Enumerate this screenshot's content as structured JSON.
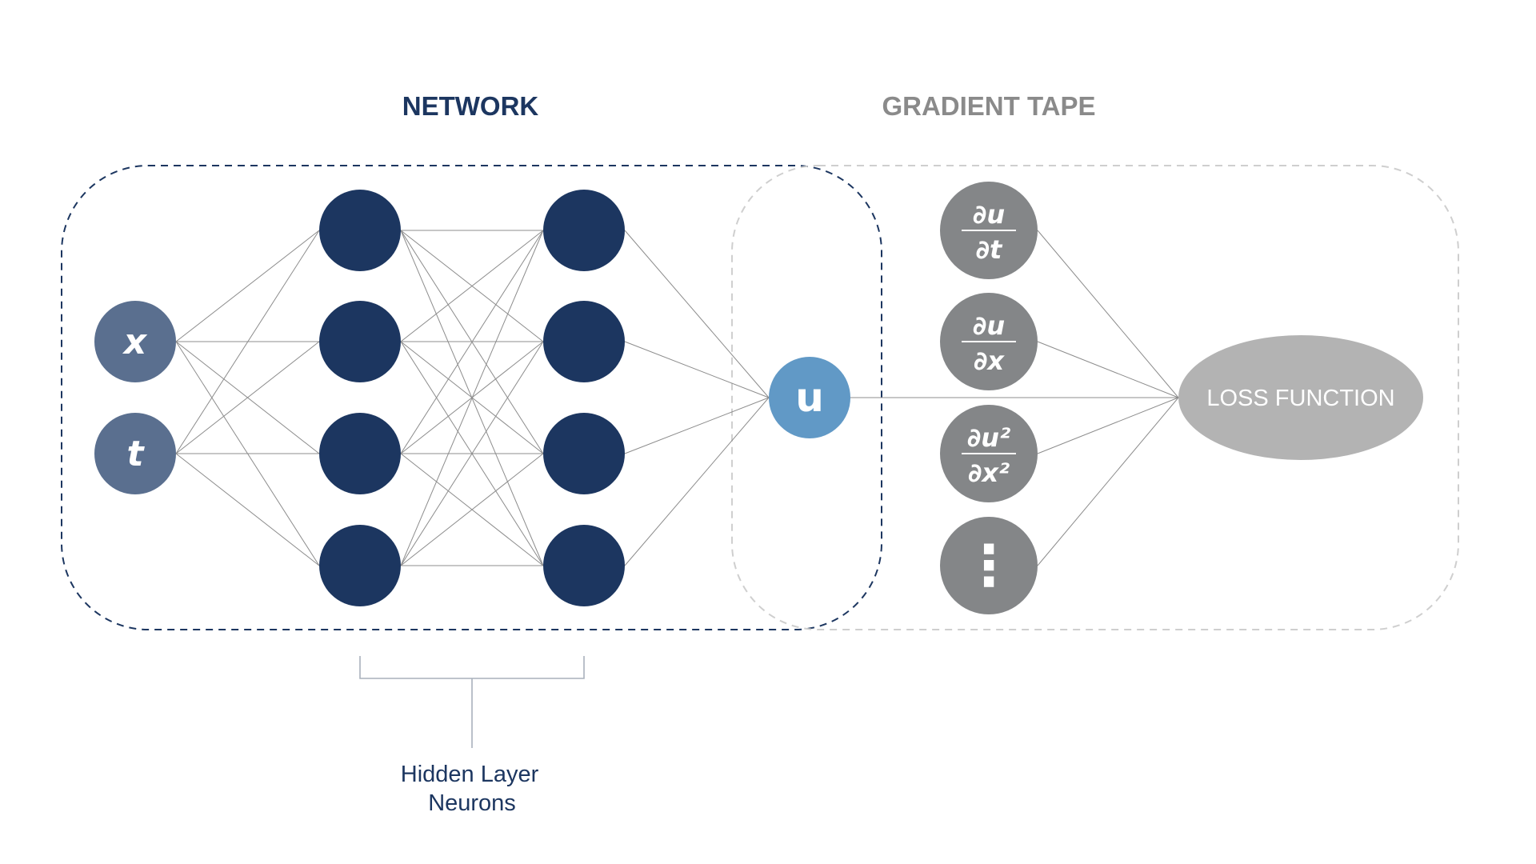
{
  "titles": {
    "network": "NETWORK",
    "gradient_tape": "GRADIENT TAPE"
  },
  "inputs": [
    {
      "label": "x"
    },
    {
      "label": "t"
    }
  ],
  "hidden_layers": [
    {
      "neurons": 4
    },
    {
      "neurons": 4
    }
  ],
  "output": {
    "label": "u"
  },
  "derivatives": [
    {
      "numerator": "∂u",
      "denominator": "∂t"
    },
    {
      "numerator": "∂u",
      "denominator": "∂x"
    },
    {
      "numerator": "∂u²",
      "denominator": "∂x²"
    },
    {
      "numerator": "⋮",
      "denominator": ""
    }
  ],
  "loss": {
    "label": "LOSS FUNCTION"
  },
  "caption": {
    "line1": "Hidden Layer",
    "line2": "Neurons"
  },
  "colors": {
    "network_title": "#1c3660",
    "tape_title": "#8a8a8a",
    "hidden_neuron": "#1c3660",
    "input_node": "#5a6f8f",
    "output_node": "#6199c6",
    "derivative_node": "#848688",
    "loss_node": "#b3b3b3",
    "network_border": "#1c3660",
    "tape_border": "#cfcfcf",
    "edge": "#8c8c8c",
    "bracket": "#a9b1bc"
  }
}
